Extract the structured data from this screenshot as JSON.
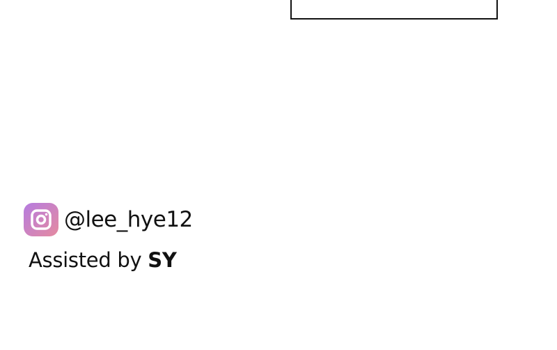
{
  "credits": {
    "instagram_icon": "instagram-icon",
    "handle": "@lee_hye12",
    "assist_prefix": "Assisted by",
    "assist_name": "SY"
  },
  "colors": {
    "ink": "#111111",
    "icon_gradient_start": "#b57ce0",
    "icon_gradient_end": "#e58aa0"
  }
}
